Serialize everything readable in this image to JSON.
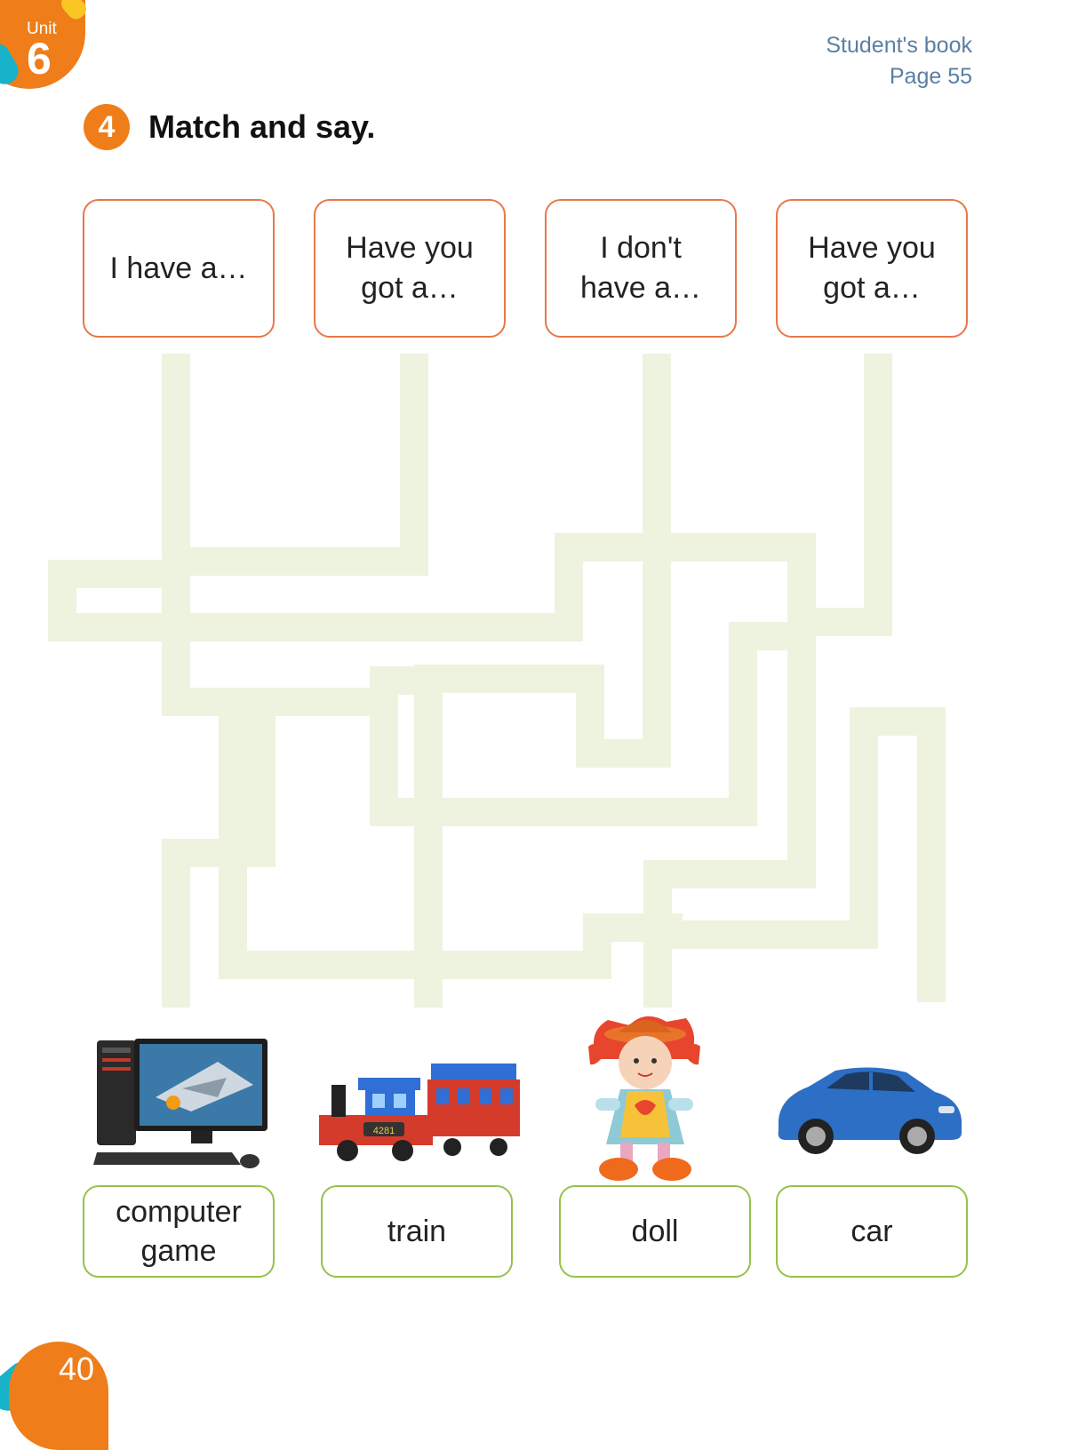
{
  "header": {
    "unit_label": "Unit",
    "unit_number": "6",
    "book_ref_line1": "Student's book",
    "book_ref_line2": "Page 55"
  },
  "exercise": {
    "number": "4",
    "title": "Match and say."
  },
  "phrases": [
    {
      "line1": "I have a…",
      "line2": ""
    },
    {
      "line1": "Have you",
      "line2": "got a…"
    },
    {
      "line1": "I don't",
      "line2": "have a…"
    },
    {
      "line1": "Have you",
      "line2": "got a…"
    }
  ],
  "items": [
    {
      "line1": "computer",
      "line2": "game",
      "icon": "computer-game-icon"
    },
    {
      "line1": "train",
      "line2": "",
      "icon": "toy-train-icon"
    },
    {
      "line1": "doll",
      "line2": "",
      "icon": "doll-icon"
    },
    {
      "line1": "car",
      "line2": "",
      "icon": "car-icon"
    }
  ],
  "footer": {
    "page_number": "40"
  },
  "colors": {
    "accent_orange": "#ef7d1a",
    "accent_teal": "#16b3c9",
    "phrase_border": "#e8774a",
    "word_border": "#93c34a",
    "maze_path": "#eef3df",
    "ref_text": "#5b7fa3"
  }
}
